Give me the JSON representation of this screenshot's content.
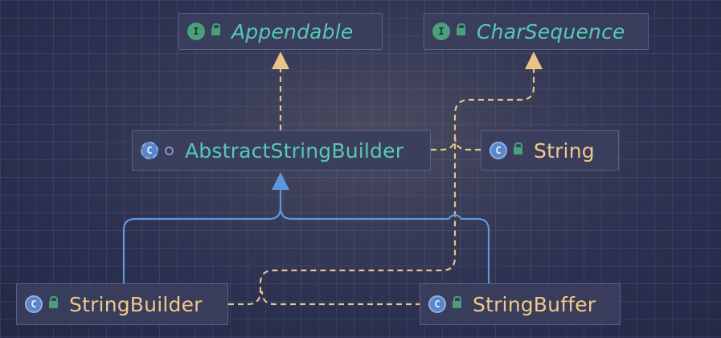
{
  "diagram": {
    "nodes": {
      "appendable": {
        "label": "Appendable",
        "kind": "interface",
        "kind_letter": "I",
        "visibility": "public",
        "icon": "interface-icon"
      },
      "charsequence": {
        "label": "CharSequence",
        "kind": "interface",
        "kind_letter": "I",
        "visibility": "public",
        "icon": "interface-icon"
      },
      "abstractstringbuilder": {
        "label": "AbstractStringBuilder",
        "kind": "abstract-class",
        "kind_letter": "C",
        "visibility": "package-private",
        "icon": "abstract-class-icon"
      },
      "string": {
        "label": "String",
        "kind": "class",
        "kind_letter": "C",
        "visibility": "public",
        "icon": "class-icon"
      },
      "stringbuilder": {
        "label": "StringBuilder",
        "kind": "class",
        "kind_letter": "C",
        "visibility": "public",
        "icon": "class-icon"
      },
      "stringbuffer": {
        "label": "StringBuffer",
        "kind": "class",
        "kind_letter": "C",
        "visibility": "public",
        "icon": "class-icon"
      }
    },
    "edges": [
      {
        "from": "AbstractStringBuilder",
        "to": "Appendable",
        "type": "implements"
      },
      {
        "from": "AbstractStringBuilder",
        "to": "CharSequence",
        "type": "implements"
      },
      {
        "from": "String",
        "to": "CharSequence",
        "type": "implements"
      },
      {
        "from": "StringBuilder",
        "to": "CharSequence",
        "type": "implements"
      },
      {
        "from": "StringBuffer",
        "to": "CharSequence",
        "type": "implements"
      },
      {
        "from": "StringBuilder",
        "to": "AbstractStringBuilder",
        "type": "extends"
      },
      {
        "from": "StringBuffer",
        "to": "AbstractStringBuilder",
        "type": "extends"
      }
    ],
    "colors": {
      "implements": "#e8c486",
      "extends": "#5d96e0",
      "interface_text": "#56c9b4",
      "class_text": "#f0c98a",
      "node_fill": "#3a3e5c",
      "node_border": "#5a6088"
    }
  }
}
